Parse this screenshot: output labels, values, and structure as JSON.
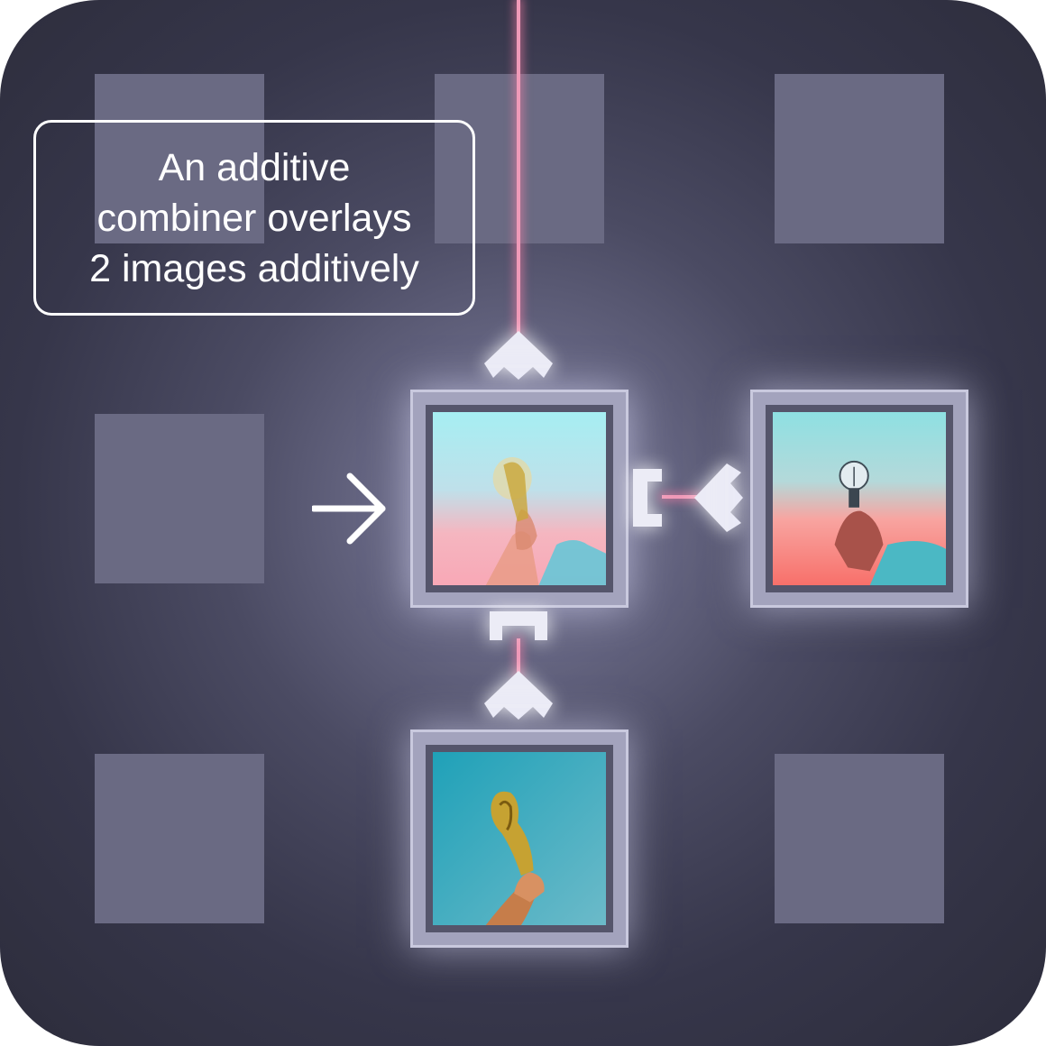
{
  "tooltip": {
    "line1": "An additive",
    "line2": "combiner overlays",
    "line3": "2 images additively"
  },
  "tiles": {
    "combiner": {
      "name": "additive-combiner",
      "content": "combined-image"
    },
    "right_input": {
      "name": "lightbulb-image"
    },
    "bottom_input": {
      "name": "trophy-image"
    }
  },
  "icons": {
    "hint_arrow": "arrow-right-icon",
    "laser": "laser-beam"
  },
  "colors": {
    "background": "#36364a",
    "empty_cell": "#6a6a83",
    "tile_frame": "#a3a3bd",
    "laser": "#f09ab8",
    "text": "#ffffff"
  }
}
